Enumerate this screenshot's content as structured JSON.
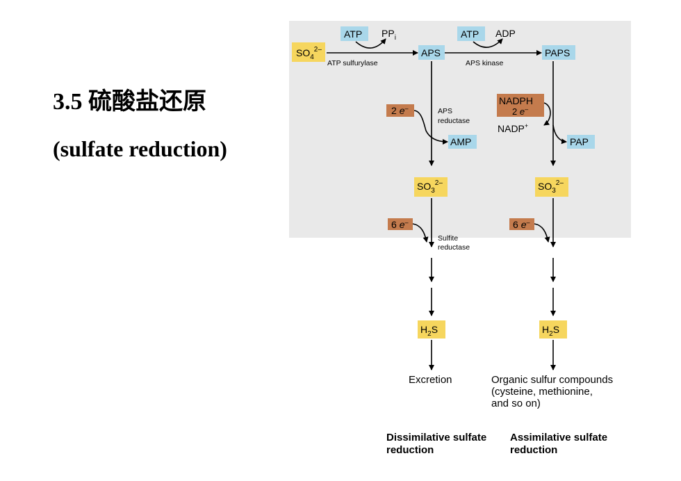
{
  "slide": {
    "title_line1": "3.5 硫酸盐还原",
    "title_line2": "(sulfate reduction)"
  },
  "colors": {
    "panel": "#e9e9e9",
    "yellow_box": "#f6d65e",
    "blue_box": "#a9d7ea",
    "brown_box": "#c47b4d"
  },
  "diagram": {
    "sulfate": {
      "base": "SO",
      "sub": "4",
      "sup": "2–"
    },
    "atp1": "ATP",
    "ppi": {
      "base": "PP",
      "sub": "i"
    },
    "atp_sulfurylase": "ATP sulfurylase",
    "aps": "APS",
    "atp2": "ATP",
    "adp": "ADP",
    "aps_kinase": "APS kinase",
    "paps": "PAPS",
    "two_e_left": {
      "base": "2 ",
      "italic": "e",
      "sup": "–"
    },
    "aps_reductase": [
      "APS",
      "reductase"
    ],
    "amp": "AMP",
    "nadph": "NADPH",
    "two_e_right": {
      "base": "2 ",
      "italic": "e",
      "sup": "–"
    },
    "nadp": {
      "base": "NADP",
      "sup": "+"
    },
    "pap": "PAP",
    "sulfite_left": {
      "base": "SO",
      "sub": "3",
      "sup": "2–"
    },
    "sulfite_right": {
      "base": "SO",
      "sub": "3",
      "sup": "2–"
    },
    "six_e_left": {
      "base": "6 ",
      "italic": "e",
      "sup": "–"
    },
    "six_e_right": {
      "base": "6 ",
      "italic": "e",
      "sup": "–"
    },
    "sulfite_reductase": [
      "Sulfite",
      "reductase"
    ],
    "h2s_left": {
      "base": "H",
      "sub": "2",
      "tail": "S"
    },
    "h2s_right": {
      "base": "H",
      "sub": "2",
      "tail": "S"
    },
    "excretion": "Excretion",
    "organic": [
      "Organic sulfur compounds",
      "(cysteine, methionine,",
      "and so on)"
    ],
    "dissimilative": [
      "Dissimilative sulfate",
      "reduction"
    ],
    "assimilative": [
      "Assimilative sulfate",
      "reduction"
    ]
  }
}
